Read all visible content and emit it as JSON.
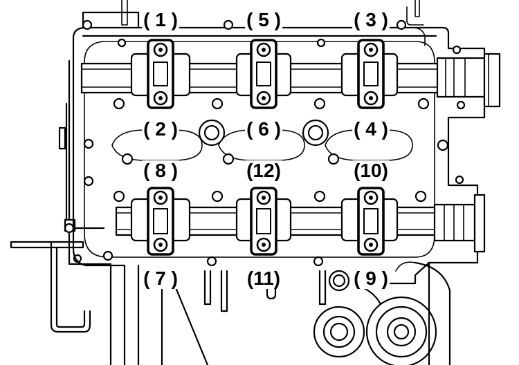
{
  "labels": {
    "l1": "( 1 )",
    "l5": "( 5 )",
    "l3": "( 3 )",
    "l2": "( 2 )",
    "l6": "( 6 )",
    "l4": "( 4 )",
    "l8": "( 8 )",
    "l12": "(12)",
    "l10": "(10)",
    "l7": "( 7 )",
    "l11": "(11)",
    "l9": "( 9 )"
  }
}
